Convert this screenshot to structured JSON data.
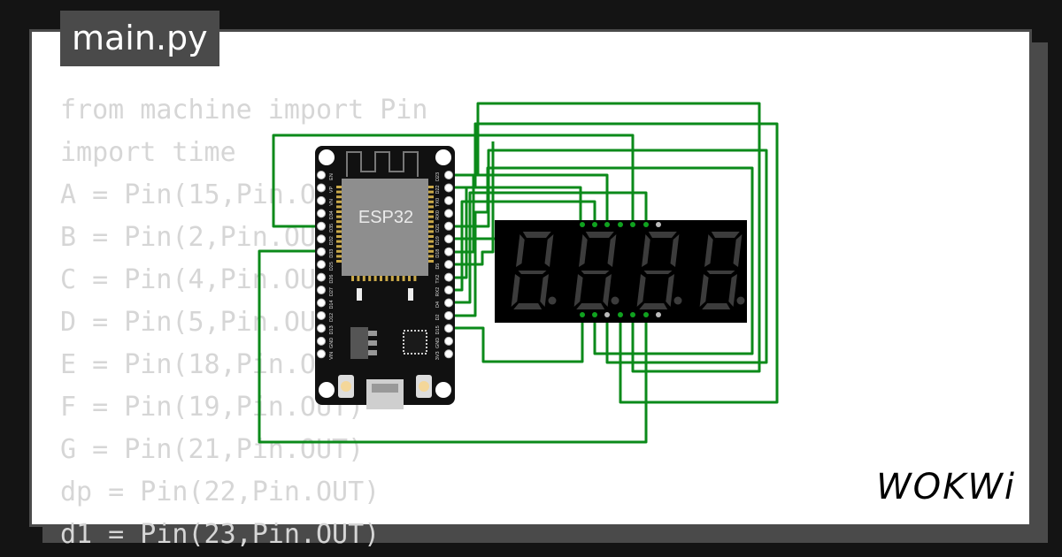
{
  "editor": {
    "filename": "main.py",
    "code_lines": [
      "from machine import Pin",
      "import time",
      "A = Pin(15,Pin.OUT)",
      "B = Pin(2,Pin.OUT)",
      "C = Pin(4,Pin.OUT)",
      "D = Pin(5,Pin.OUT)",
      "E = Pin(18,Pin.OUT)",
      "F = Pin(19,Pin.OUT)",
      "G = Pin(21,Pin.OUT)",
      "dp = Pin(22,Pin.OUT)",
      "d1 = Pin(23,Pin.OUT)"
    ]
  },
  "board": {
    "label": "ESP32",
    "left_pins": [
      "EN",
      "VP",
      "VN",
      "D34",
      "D35",
      "D32",
      "D33",
      "D25",
      "D26",
      "D27",
      "D14",
      "D12",
      "D13",
      "GND",
      "VIN"
    ],
    "right_pins": [
      "D23",
      "D22",
      "TX0",
      "RX0",
      "D21",
      "D19",
      "D18",
      "D5",
      "TX2",
      "RX2",
      "D4",
      "D2",
      "D15",
      "GND",
      "3V3"
    ]
  },
  "display": {
    "digits": 4,
    "digit_color": "#3c3c3c"
  },
  "wire_color": "#0b8a1a",
  "brand": {
    "logo": "WOKWi"
  }
}
